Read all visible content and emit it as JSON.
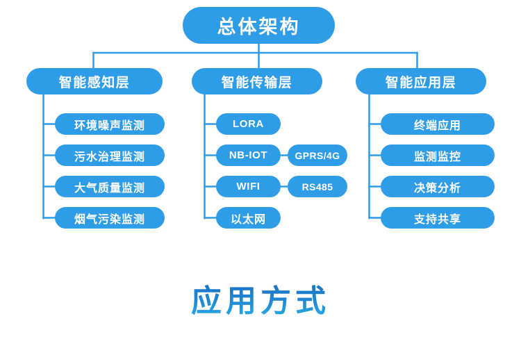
{
  "diagram": {
    "title": "总体架构",
    "accent_color": "#2f9ce8",
    "line_color": "#2f9ce8",
    "text_color": "#ffffff",
    "background_color": "#ffffff",
    "branches": [
      {
        "layer": "智能感知层",
        "items": [
          {
            "label": "环境噪声监测",
            "side": null
          },
          {
            "label": "污水治理监测",
            "side": null
          },
          {
            "label": "大气质量监测",
            "side": null
          },
          {
            "label": "烟气污染监测",
            "side": null
          }
        ]
      },
      {
        "layer": "智能传输层",
        "items": [
          {
            "label": "LORA",
            "side": null
          },
          {
            "label": "NB-IOT",
            "side": "GPRS/4G"
          },
          {
            "label": "WIFI",
            "side": "RS485"
          },
          {
            "label": "以太网",
            "side": null
          }
        ]
      },
      {
        "layer": "智能应用层",
        "items": [
          {
            "label": "终端应用",
            "side": null
          },
          {
            "label": "监测监控",
            "side": null
          },
          {
            "label": "决策分析",
            "side": null
          },
          {
            "label": "支持共享",
            "side": null
          }
        ]
      }
    ]
  },
  "section_heading": {
    "text": "应用方式",
    "gradient_from": "#1a6ec2",
    "gradient_to": "#2ab4ea"
  }
}
